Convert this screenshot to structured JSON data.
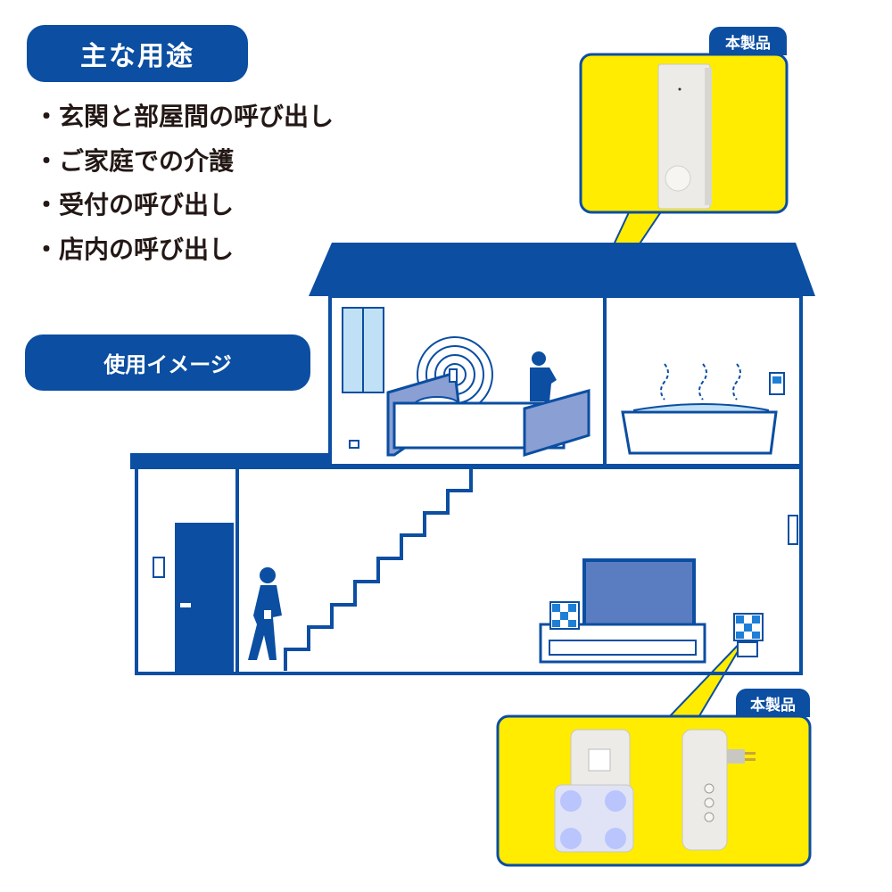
{
  "usage_heading": "主な用途",
  "uses": [
    "・玄関と部屋間の呼び出し",
    "・ご家庭での介護",
    "・受付の呼び出し",
    "・店内の呼び出し"
  ],
  "image_heading": "使用イメージ",
  "product_tag_top": "本製品",
  "product_tag_bottom": "本製品",
  "colors": {
    "brand_blue": "#0b4ea2",
    "highlight_yellow": "#ffec00",
    "text": "#231815"
  }
}
